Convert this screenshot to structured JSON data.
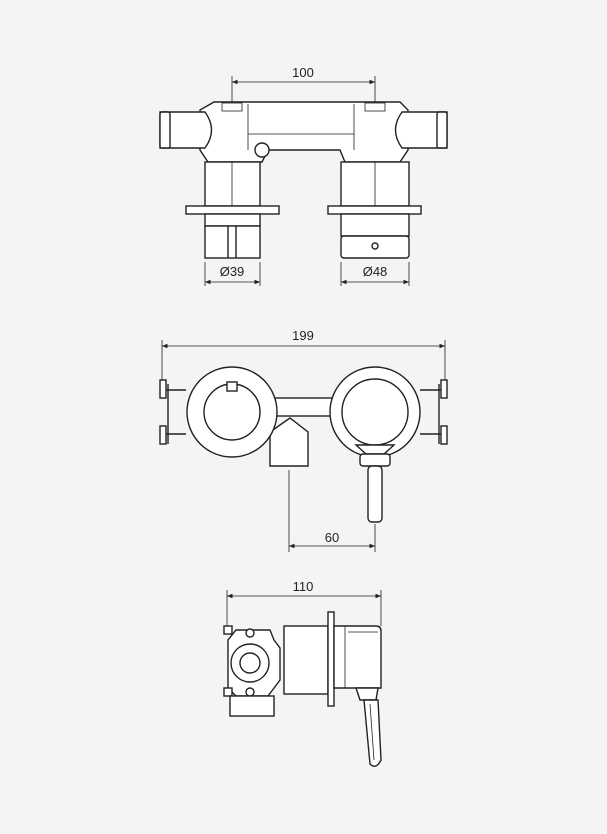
{
  "top_view": {
    "dim_width": "100",
    "dim_left_diameter": "Ø39",
    "dim_right_diameter": "Ø48"
  },
  "front_view": {
    "dim_width": "199",
    "dim_spacing": "60"
  },
  "side_view": {
    "dim_depth": "110"
  },
  "colors": {
    "background": "#f4f4f5",
    "line": "#222222",
    "fill": "#ffffff"
  }
}
